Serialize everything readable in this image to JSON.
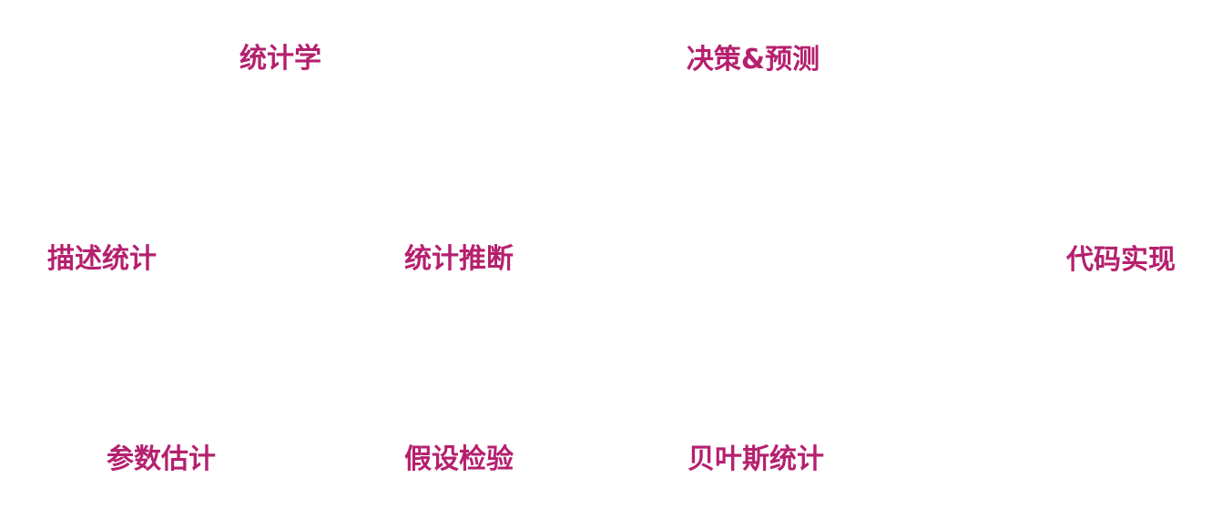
{
  "theme": {
    "node_text_color": "#B5206E",
    "background": "#FFFFFF"
  },
  "diagram": {
    "type": "topic-map",
    "nodes": {
      "root": "统计学",
      "decision": "决策&预测",
      "descriptive": "描述统计",
      "inference": "统计推断",
      "code": "代码实现",
      "parameter_estimation": "参数估计",
      "hypothesis_testing": "假设检验",
      "bayesian": "贝叶斯统计"
    }
  }
}
